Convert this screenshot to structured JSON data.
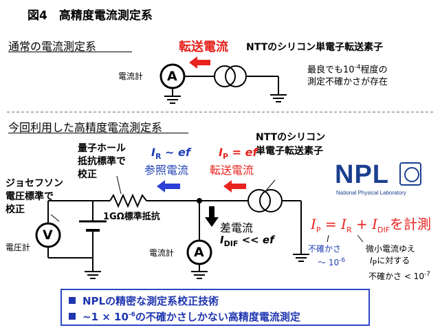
{
  "title": "図4　高精度電流測定系",
  "section1": {
    "heading": "通常の電流測定系",
    "ammeter_label": "電流計",
    "ammeter_symbol": "A",
    "transfer_current": "転送電流",
    "device_label": "NTTのシリコン単電子転送素子",
    "note_line1": "最良でも10",
    "note_exp": "-4",
    "note_line1_end": "程度の",
    "note_line2": "測定不確かさが存在"
  },
  "section2": {
    "heading": "今回利用した高精度電流測定系",
    "device_label_line1": "NTTのシリコン",
    "device_label_line2": "単電子転送素子",
    "hall_line1": "量子ホール",
    "hall_line2": "抵抗標準で",
    "hall_line3": "校正",
    "jos_line1": "ジョセフソン",
    "jos_line2": "電圧標準で",
    "jos_line3": "校正",
    "voltmeter_label": "電圧計",
    "voltmeter_symbol": "V",
    "resistor_label": "1GΩ標準抵抗",
    "ammeter_label": "電流計",
    "ammeter_symbol": "A",
    "ref_eq_main": "I",
    "ref_eq_sub": "R",
    "ref_eq_rest": " ~ ef",
    "ref_label": "参照電流",
    "tr_eq_main": "I",
    "tr_eq_sub": "P",
    "tr_eq_rest": " = ef",
    "tr_label": "転送電流",
    "diff_label": "差電流",
    "diff_eq_main": "I",
    "diff_eq_sub": "DIF",
    "diff_eq_rest": " << ef",
    "measure_eq_p": "I",
    "measure_eq_p_sub": "P",
    "measure_eq_eq": " = ",
    "measure_eq_r": "I",
    "measure_eq_r_sub": "R",
    "measure_eq_plus": " + ",
    "measure_eq_d": "I",
    "measure_eq_d_sub": "DIF",
    "measure_eq_tail": "を計測",
    "unc_r_line1": "不確かさ",
    "unc_r_line2": "～ 10",
    "unc_r_exp": "-6",
    "unc_d_line1": "微小電流ゆえ",
    "unc_d_line2_i": "I",
    "unc_d_line2_sub": "P",
    "unc_d_line2_rest": "に対する",
    "unc_d_line3": "不確かさ < 10",
    "unc_d_exp": "-7"
  },
  "logo": {
    "text": "NPL",
    "subtext": "National Physical Laboratory"
  },
  "footer": {
    "item1": "NPLの精密な測定系校正技術",
    "item2": "~1 × 10",
    "item2_exp": "-6",
    "item2_end": "の不確かさしかない高精度電流測定"
  },
  "colors": {
    "red": "#e8231e",
    "blue": "#1f3fb5",
    "footer_blue": "#1f36b0",
    "npl_blue": "#1a3f8f"
  }
}
